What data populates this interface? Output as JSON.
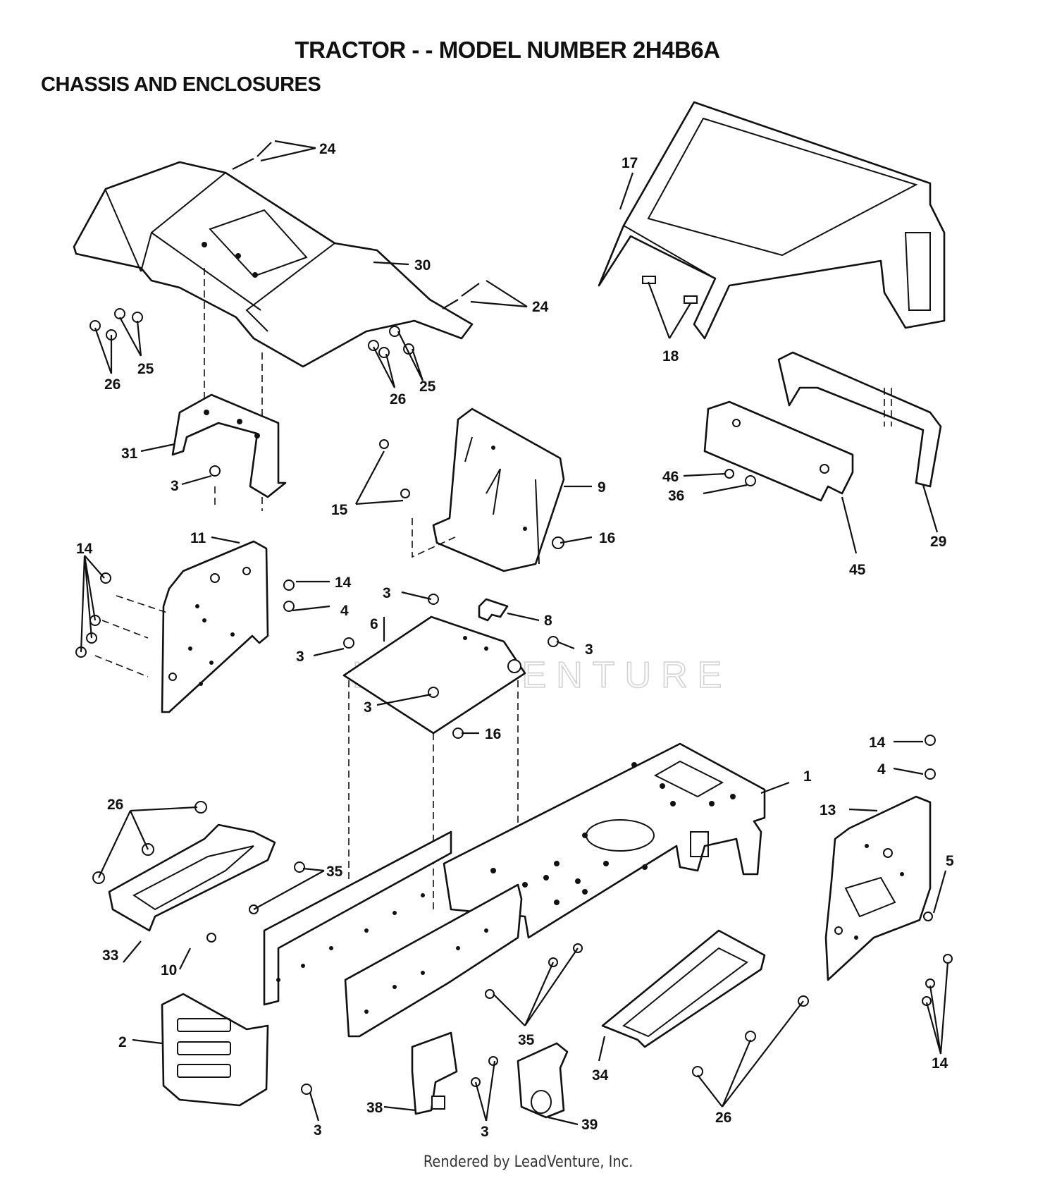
{
  "title": "TRACTOR - - MODEL NUMBER 2H4B6A",
  "subtitle": "CHASSIS AND ENCLOSURES",
  "footer": "Rendered by LeadVenture, Inc.",
  "watermark": "LEADVENTURE",
  "callouts": [
    "24",
    "24",
    "30",
    "25",
    "26",
    "25",
    "26",
    "17",
    "18",
    "31",
    "3",
    "15",
    "9",
    "16",
    "46",
    "36",
    "29",
    "45",
    "14",
    "11",
    "14",
    "4",
    "3",
    "6",
    "8",
    "3",
    "3",
    "3",
    "16",
    "14",
    "4",
    "1",
    "13",
    "5",
    "26",
    "35",
    "33",
    "10",
    "2",
    "3",
    "35",
    "38",
    "3",
    "39",
    "34",
    "26",
    "14"
  ],
  "colors": {
    "ink": "#111111",
    "watermark": "#d2d2d2"
  }
}
